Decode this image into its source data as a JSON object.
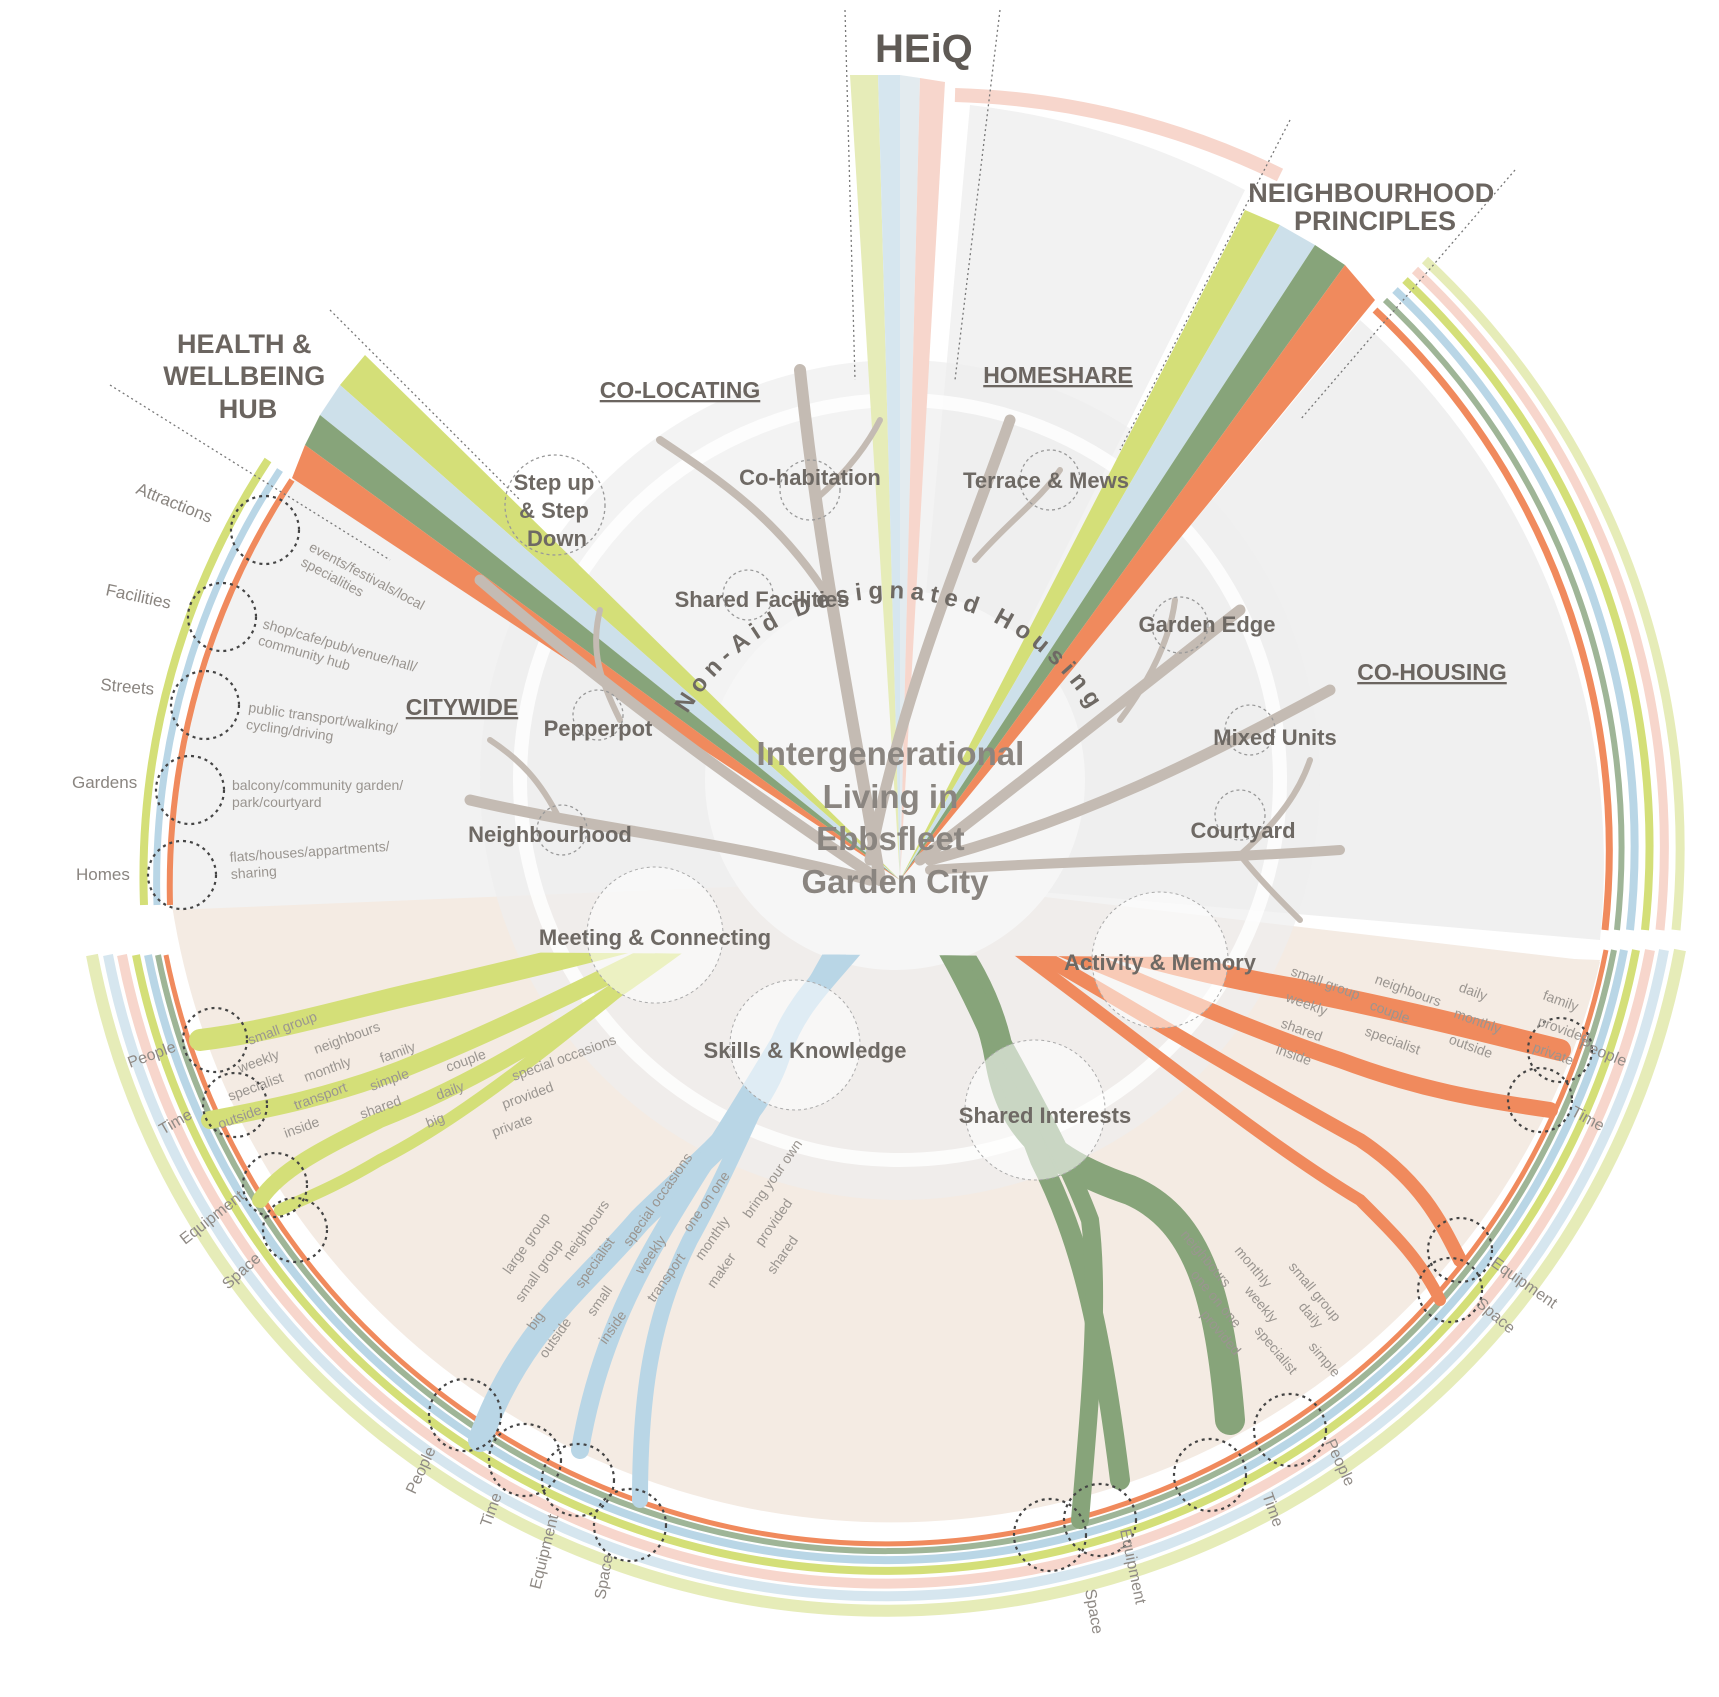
{
  "titles": {
    "heiq": "HEiQ",
    "neighbourhood_principles": [
      "NEIGHBOURHOOD",
      "PRINCIPLES"
    ],
    "health_hub": [
      "HEALTH &",
      "WELLBEING",
      "HUB"
    ]
  },
  "sections": {
    "co_locating": "CO-LOCATING",
    "homeshare": "HOMESHARE",
    "citywide": "CITYWIDE",
    "co_housing": "CO-HOUSING"
  },
  "center": {
    "lines": [
      "Intergenerational",
      "Living in",
      "Ebbsfleet",
      "Garden City"
    ],
    "arc_text": "Non-Aid Designated Housing"
  },
  "nodes": {
    "step_up": [
      "Step up",
      "& Step",
      "Down"
    ],
    "co_habitation": "Co-habitation",
    "terrace_mews": "Terrace & Mews",
    "shared_facilities": "Shared Facilities",
    "garden_edge": "Garden Edge",
    "pepperpot": "Pepperpot",
    "mixed_units": "Mixed Units",
    "neighbourhood": "Neighbourhood",
    "courtyard": "Courtyard"
  },
  "scale_rings": [
    {
      "label": "Attractions",
      "desc": [
        "events/festivals/local",
        "specialities"
      ]
    },
    {
      "label": "Facilities",
      "desc": [
        "shop/cafe/pub/venue/hall/",
        "community hub"
      ]
    },
    {
      "label": "Streets",
      "desc": [
        "public transport/walking/",
        "cycling/driving"
      ]
    },
    {
      "label": "Gardens",
      "desc": [
        "balcony/community garden/",
        "park/courtyard"
      ]
    },
    {
      "label": "Homes",
      "desc": [
        "flats/houses/appartments/",
        "sharing"
      ]
    }
  ],
  "hubs": {
    "meeting": "Meeting & Connecting",
    "activity": "Activity & Memory",
    "skills": "Skills & Knowledge",
    "shared": "Shared Interests"
  },
  "factors": [
    "People",
    "Time",
    "Equipment",
    "Space"
  ],
  "stream_terms": {
    "meeting": [
      "small group",
      "neighbours",
      "family",
      "couple",
      "special occasions",
      "weekly",
      "monthly",
      "simple",
      "daily",
      "provided",
      "specialist",
      "transport",
      "shared",
      "big",
      "private",
      "outside",
      "inside"
    ],
    "activity": [
      "small group",
      "neighbours",
      "daily",
      "family",
      "weekly",
      "couple",
      "monthly",
      "provided",
      "shared",
      "specialist",
      "outside",
      "private",
      "inside"
    ],
    "skills": [
      "large group",
      "neighbours",
      "special occasions",
      "one on one",
      "bring your own",
      "small group",
      "specialist",
      "weekly",
      "monthly",
      "provided",
      "big",
      "small",
      "transport",
      "maker",
      "shared",
      "outside",
      "inside"
    ],
    "shared": [
      "neighbours",
      "monthly",
      "small group",
      "one on one",
      "weekly",
      "daily",
      "provided",
      "specialist",
      "simple"
    ]
  },
  "colors": {
    "lime": "#d4df78",
    "blue": "#b9d6e6",
    "green": "#87a47a",
    "orange": "#f08a5d",
    "peach": "#f4ebe3",
    "grey_panel": "#f1f1f1",
    "branch": "#c4bbb3"
  }
}
